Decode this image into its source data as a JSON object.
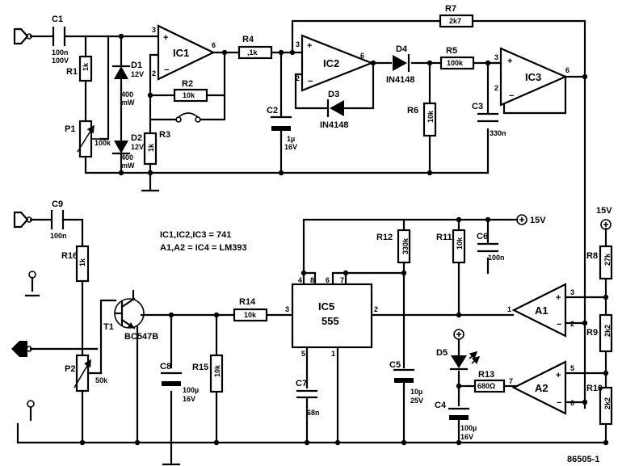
{
  "components": {
    "C1": {
      "ref": "C1",
      "val1": "100n",
      "val2": "100V"
    },
    "R1": {
      "ref": "R1",
      "val": "1k"
    },
    "P1": {
      "ref": "P1",
      "val": "100k"
    },
    "D1": {
      "ref": "D1",
      "v": "12V",
      "p1": "400",
      "p2": "mW"
    },
    "D2": {
      "ref": "D2",
      "v": "12V",
      "p1": "400",
      "p2": "mW"
    },
    "IC1": {
      "ref": "IC1"
    },
    "R2": {
      "ref": "R2",
      "val": "10k"
    },
    "R3": {
      "ref": "R3",
      "val": "1k"
    },
    "R4": {
      "ref": "R4",
      "val": ",1k"
    },
    "C2": {
      "ref": "C2",
      "val1": "1µ",
      "val2": "16V"
    },
    "IC2": {
      "ref": "IC2"
    },
    "D3": {
      "ref": "D3",
      "val": "IN4148"
    },
    "D4": {
      "ref": "D4",
      "val": "IN4148"
    },
    "R5": {
      "ref": "R5",
      "val": "100k"
    },
    "R6": {
      "ref": "R6",
      "val": "10k"
    },
    "C3": {
      "ref": "C3",
      "val": "330n"
    },
    "R7": {
      "ref": "R7",
      "val": "2k7"
    },
    "IC3": {
      "ref": "IC3"
    },
    "C9": {
      "ref": "C9",
      "val": "100n"
    },
    "R16": {
      "ref": "R16",
      "val": "1k"
    },
    "P2": {
      "ref": "P2",
      "val": "50k"
    },
    "T1": {
      "ref": "T1",
      "val": "BC547B"
    },
    "C8": {
      "ref": "C8",
      "val1": "100µ",
      "val2": "16V"
    },
    "R15": {
      "ref": "R15",
      "val": "10k"
    },
    "R14": {
      "ref": "R14",
      "val": "10k"
    },
    "IC5": {
      "ref": "IC5",
      "val": "555"
    },
    "C7": {
      "ref": "C7",
      "val": "68n"
    },
    "R12": {
      "ref": "R12",
      "val": "330k"
    },
    "C5": {
      "ref": "C5",
      "val1": "10µ",
      "val2": "25V"
    },
    "R11": {
      "ref": "R11",
      "val": "10k"
    },
    "C6": {
      "ref": "C6",
      "val": "100n"
    },
    "D5": {
      "ref": "D5"
    },
    "R13": {
      "ref": "R13",
      "val": "680Ω"
    },
    "C4": {
      "ref": "C4",
      "val1": "100µ",
      "val2": "16V"
    },
    "A1": {
      "ref": "A1"
    },
    "A2": {
      "ref": "A2"
    },
    "R8": {
      "ref": "R8",
      "val": "27k"
    },
    "R9": {
      "ref": "R9",
      "val": "2k2"
    },
    "R10": {
      "ref": "R10",
      "val": "2k2"
    }
  },
  "supply_label": "15V",
  "notes": [
    "IC1,IC2,IC3 = 741",
    "A1,A2 = IC4 = LM393"
  ],
  "figure_id": "86505-1"
}
